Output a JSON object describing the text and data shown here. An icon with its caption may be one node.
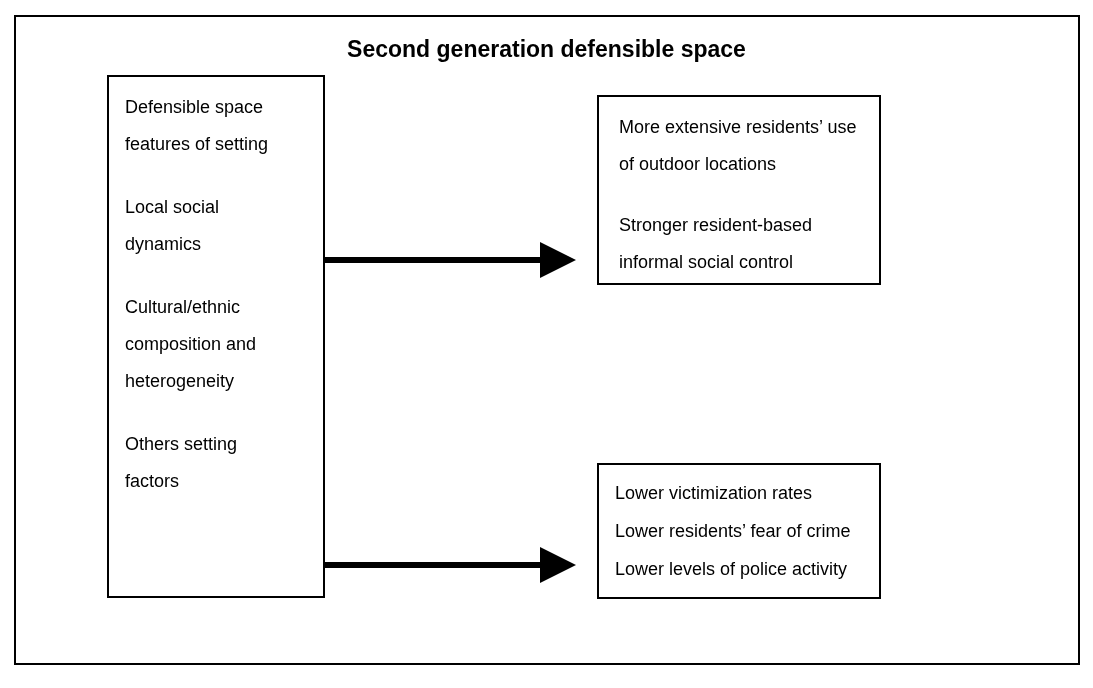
{
  "diagram": {
    "title": "Second generation defensible space",
    "nodes": [
      {
        "text": [
          "Defensible space features of setting",
          "Local social dynamics",
          "Cultural/ethnic composition and heterogeneity",
          "Others setting factors"
        ]
      },
      {
        "text": [
          "More extensive residents’ use of outdoor locations",
          "Stronger resident-based informal social control"
        ]
      },
      {
        "text": [
          "Lower victimization rates",
          "Lower residents’ fear of crime",
          "Lower levels of police activity"
        ]
      }
    ],
    "edges": [
      {
        "from": 0,
        "to": 1,
        "arrow": "to"
      },
      {
        "from": 0,
        "to": 2,
        "arrow": "to"
      }
    ]
  }
}
